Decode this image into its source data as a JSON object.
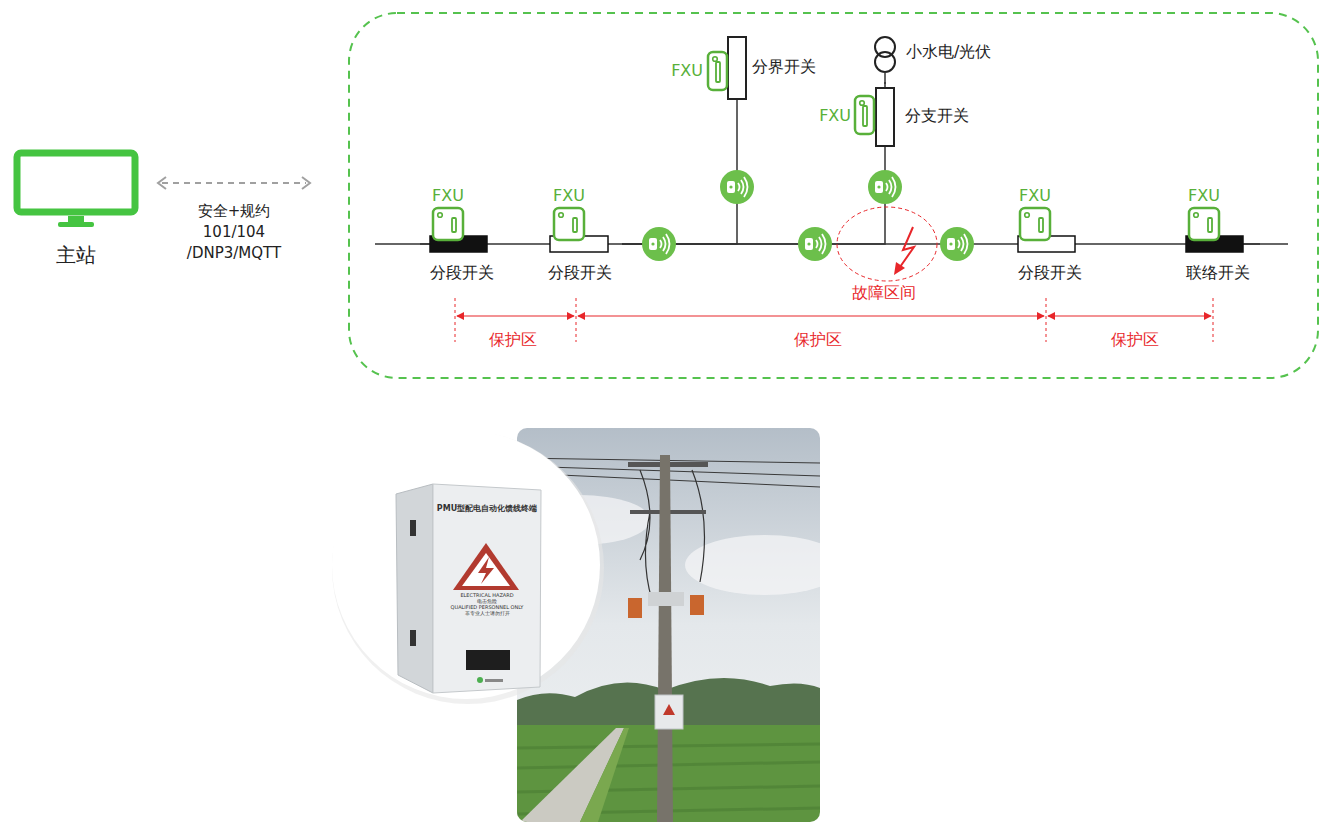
{
  "diagram": {
    "nodes": [
      {
        "text": [
          "主站"
        ]
      },
      {
        "text": [
          "FXU",
          "分段开关"
        ]
      },
      {
        "text": [
          "FXU",
          "分段开关"
        ]
      },
      {
        "text": [
          "FXU",
          "分界开关"
        ]
      },
      {
        "text": [
          "FXU",
          "分支开关"
        ]
      },
      {
        "text": [
          "FXU",
          "分段开关"
        ]
      },
      {
        "text": [
          "FXU",
          "联络开关"
        ]
      }
    ],
    "edges": [
      {
        "from": 1,
        "to": 2,
        "arrow": "none"
      },
      {
        "from": 2,
        "to": 5,
        "arrow": "none"
      },
      {
        "from": 5,
        "to": 6,
        "arrow": "none"
      },
      {
        "from": 2,
        "to": 3,
        "arrow": "none"
      },
      {
        "from": 2,
        "to": 4,
        "arrow": "none"
      }
    ],
    "labels": [
      "安全+规约 101/104 /DNP3/MQTT",
      "小水电/光伏",
      "故障区间",
      "保护区",
      "保护区",
      "保护区",
      "PMU型配电自动化馈线终端",
      "ELECTRICAL HAZARD",
      "电击危险",
      "QUALIFIED PERSONNEL ONLY",
      "非专业人士请勿打开"
    ]
  }
}
